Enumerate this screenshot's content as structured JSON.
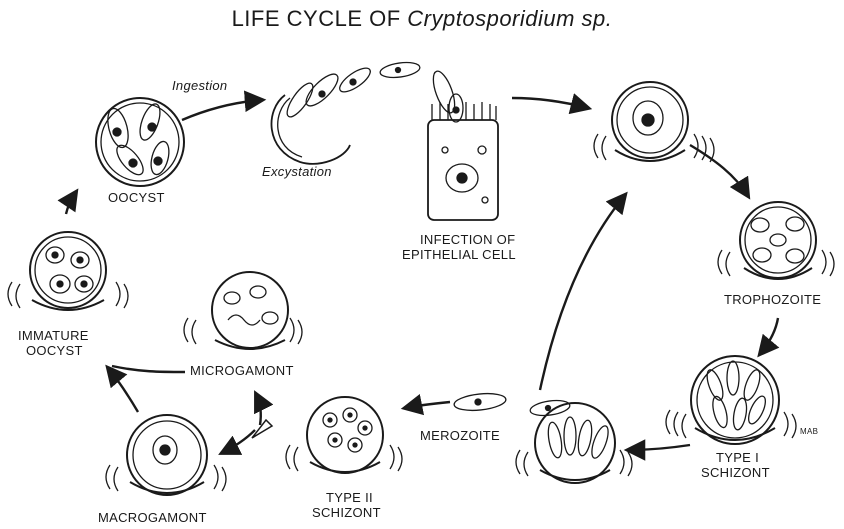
{
  "diagram": {
    "title_prefix": "LIFE CYCLE OF ",
    "title_species": "Cryptosporidium sp.",
    "steps": {
      "ingestion": "Ingestion",
      "excystation": "Excystation",
      "infection_line1": "INFECTION OF",
      "infection_line2": "EPITHELIAL CELL",
      "trophozoite": "TROPHOZOITE",
      "type1_line1": "TYPE I",
      "type1_line2": "SCHIZONT",
      "merozoite": "MEROZOITE",
      "type2_line1": "TYPE II",
      "type2_line2": "SCHIZONT",
      "microgamont": "MICROGAMONT",
      "macrogamont": "MACROGAMONT",
      "immature_line1": "IMMATURE",
      "immature_line2": "OOCYST",
      "oocyst": "OOCYST"
    },
    "artist_initials": "MAB",
    "ink_color": "#1a1a1a"
  }
}
